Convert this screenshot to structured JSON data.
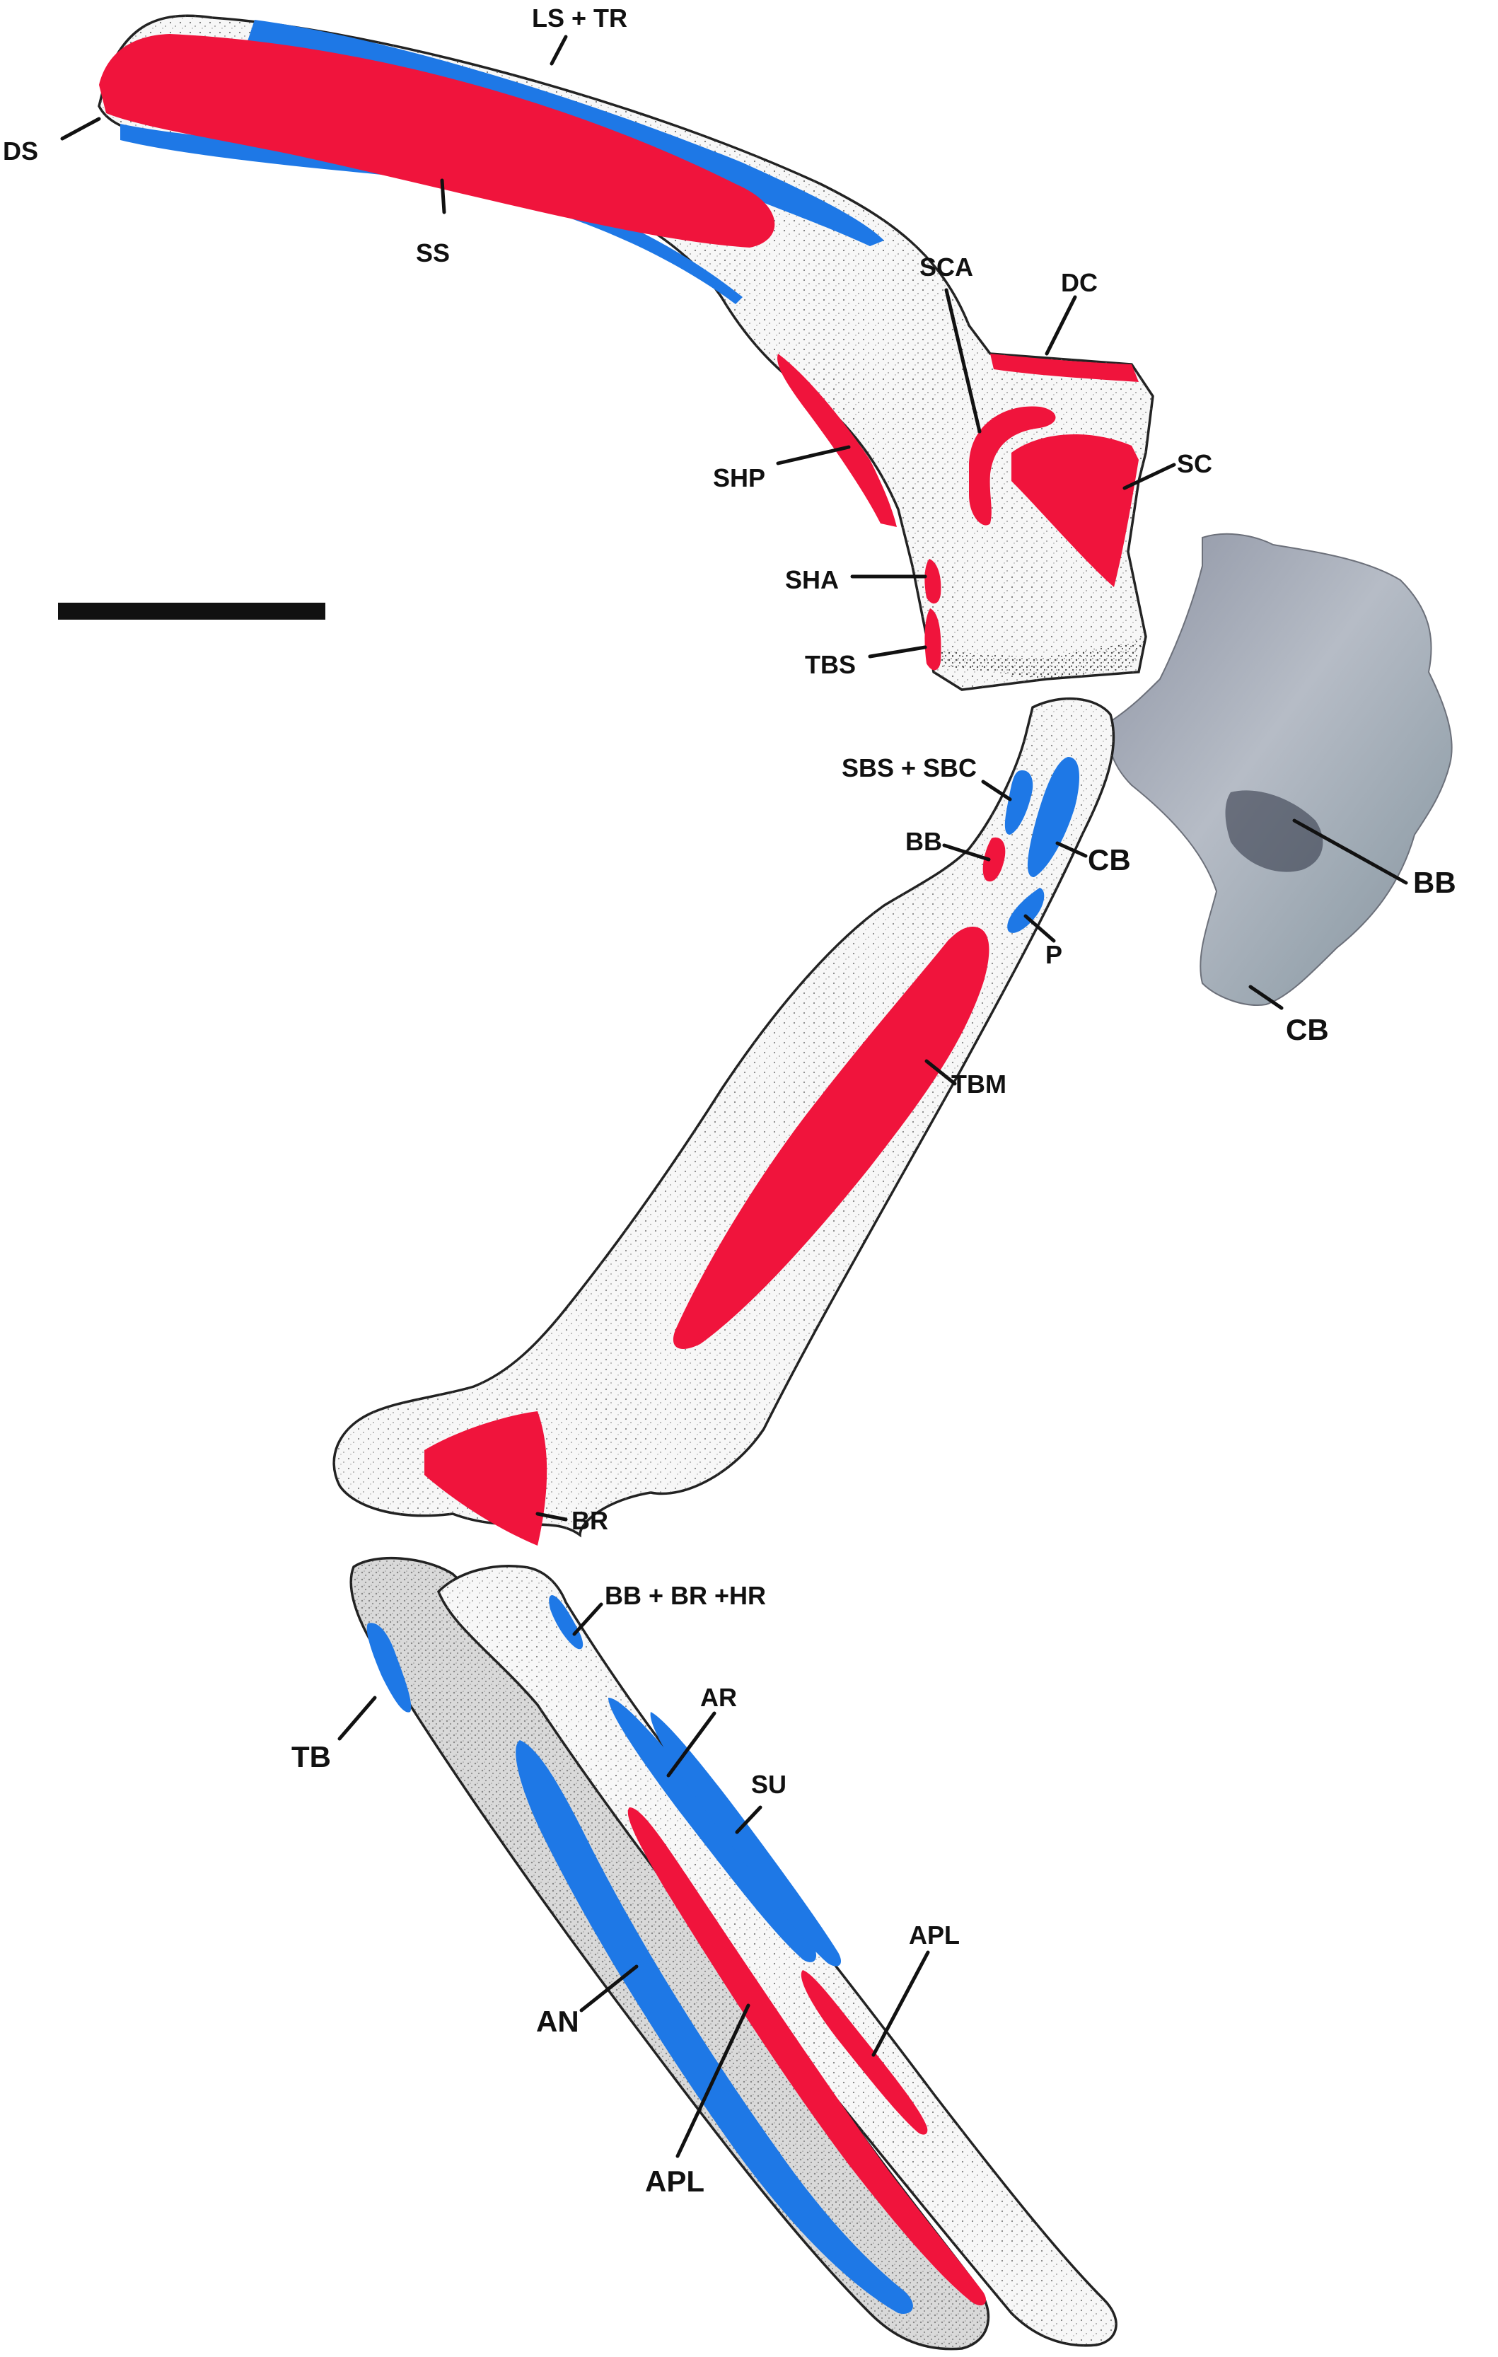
{
  "colors": {
    "origin_red": "#f0143c",
    "insertion_blue": "#1e78e6",
    "bone_fill": "#f7f7f7",
    "ulna_fill": "#d9d9d9",
    "coracoid_fill": "#9aa0ad",
    "label": "#111111"
  },
  "labels": {
    "ls_tr": "LS + TR",
    "ds": "DS",
    "ss": "SS",
    "sca": "SCA",
    "dc": "DC",
    "shp": "SHP",
    "sc": "SC",
    "sha": "SHA",
    "tbs": "TBS",
    "sbs_sbc": "SBS + SBC",
    "bb_humerus": "BB",
    "cb_humerus": "CB",
    "p": "P",
    "bb_coracoid": "BB",
    "cb_coracoid": "CB",
    "tbm": "TBM",
    "br": "BR",
    "bb_br_hr": "BB + BR +HR",
    "tb": "TB",
    "ar": "AR",
    "su": "SU",
    "apl_upper": "APL",
    "an": "AN",
    "apl_lower": "APL"
  }
}
